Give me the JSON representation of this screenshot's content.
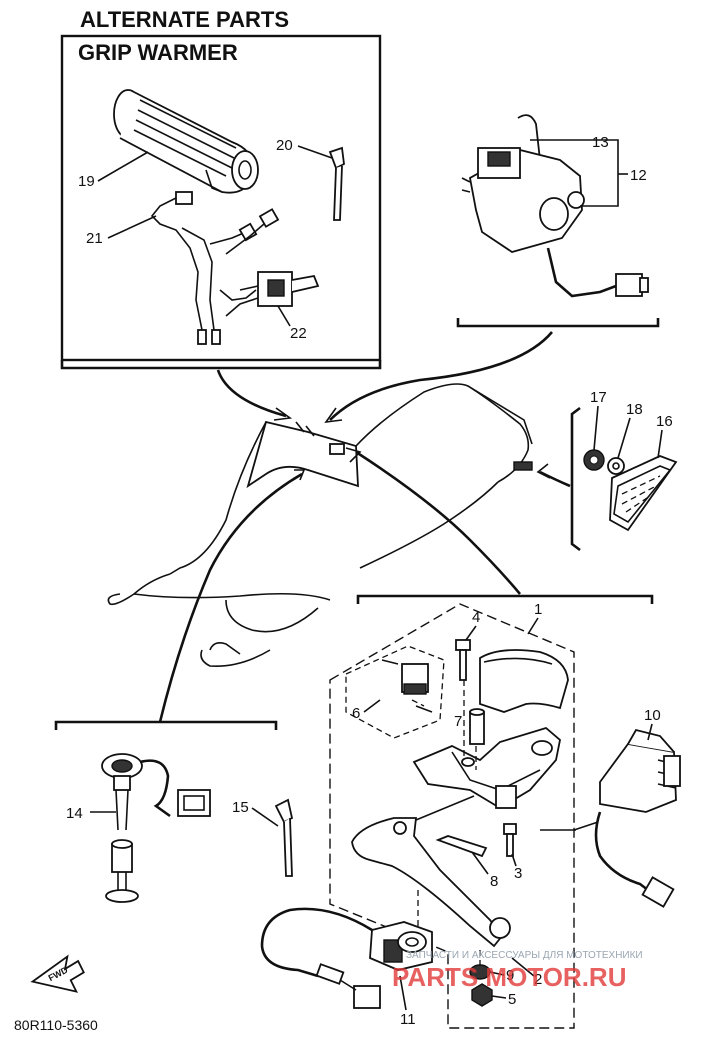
{
  "header": {
    "title": "ALTERNATE PARTS"
  },
  "box": {
    "title": "GRIP WARMER"
  },
  "callouts": {
    "n1": "1",
    "n2": "2",
    "n3": "3",
    "n4": "4",
    "n5": "5",
    "n6": "6",
    "n7": "7",
    "n8": "8",
    "n9": "9",
    "n10": "10",
    "n11": "11",
    "n12": "12",
    "n13": "13",
    "n14": "14",
    "n15": "15",
    "n16": "16",
    "n17": "17",
    "n18": "18",
    "n19": "19",
    "n20": "20",
    "n21": "21",
    "n22": "22"
  },
  "fwd": "FWD",
  "footer": {
    "code": "80R110-5360"
  },
  "watermark": {
    "brand": "PARTS MOTOR.RU",
    "tagline": "ЗАПЧАСТИ И АКСЕССУАРЫ ДЛЯ МОТОТЕХНИКИ"
  }
}
